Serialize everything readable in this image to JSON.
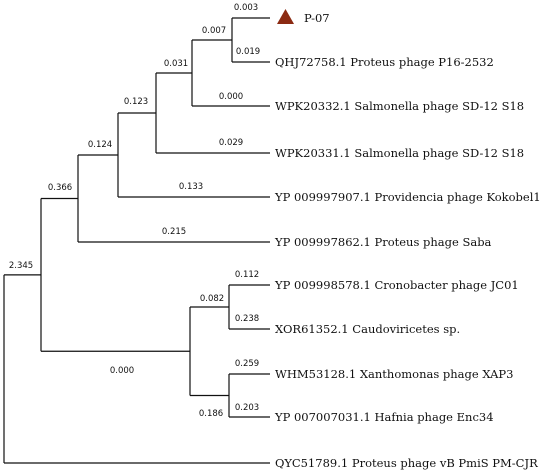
{
  "tree": {
    "marker_color": "#8b2a12",
    "line_color": "#111111",
    "tips": [
      {
        "id": "t0",
        "label": "P-07",
        "marker": "triangle-icon"
      },
      {
        "id": "t1",
        "label": "QHJ72758.1 Proteus phage P16-2532"
      },
      {
        "id": "t2",
        "label": "WPK20332.1 Salmonella phage SD-12 S18"
      },
      {
        "id": "t3",
        "label": "WPK20331.1 Salmonella phage SD-12 S18"
      },
      {
        "id": "t4",
        "label": "YP 009997907.1 Providencia phage Kokobel1"
      },
      {
        "id": "t5",
        "label": "YP 009997862.1 Proteus phage Saba"
      },
      {
        "id": "t6",
        "label": "YP 009998578.1 Cronobacter phage JC01"
      },
      {
        "id": "t7",
        "label": "XOR61352.1 Caudoviricetes sp."
      },
      {
        "id": "t8",
        "label": "WHM53128.1 Xanthomonas phage XAP3"
      },
      {
        "id": "t9",
        "label": "YP 007007031.1 Hafnia phage Enc34"
      },
      {
        "id": "t10",
        "label": "QYC51789.1 Proteus phage vB PmiS PM-CJR"
      }
    ],
    "branch_lengths": [
      {
        "id": "b-t0",
        "text": "0.003"
      },
      {
        "id": "b-t1",
        "text": "0.019"
      },
      {
        "id": "b-n1",
        "text": "0.007"
      },
      {
        "id": "b-t2",
        "text": "0.000"
      },
      {
        "id": "b-n2",
        "text": "0.031"
      },
      {
        "id": "b-t3",
        "text": "0.029"
      },
      {
        "id": "b-n3",
        "text": "0.123"
      },
      {
        "id": "b-t4",
        "text": "0.133"
      },
      {
        "id": "b-n4",
        "text": "0.124"
      },
      {
        "id": "b-t5",
        "text": "0.215"
      },
      {
        "id": "b-n5",
        "text": "0.366"
      },
      {
        "id": "b-t6",
        "text": "0.112"
      },
      {
        "id": "b-t7",
        "text": "0.238"
      },
      {
        "id": "b-n7",
        "text": "0.082"
      },
      {
        "id": "b-t8",
        "text": "0.259"
      },
      {
        "id": "b-t9",
        "text": "0.203"
      },
      {
        "id": "b-n8",
        "text": "0.186"
      },
      {
        "id": "b-n9",
        "text": "0.000"
      },
      {
        "id": "b-n10",
        "text": "2.345"
      }
    ]
  }
}
